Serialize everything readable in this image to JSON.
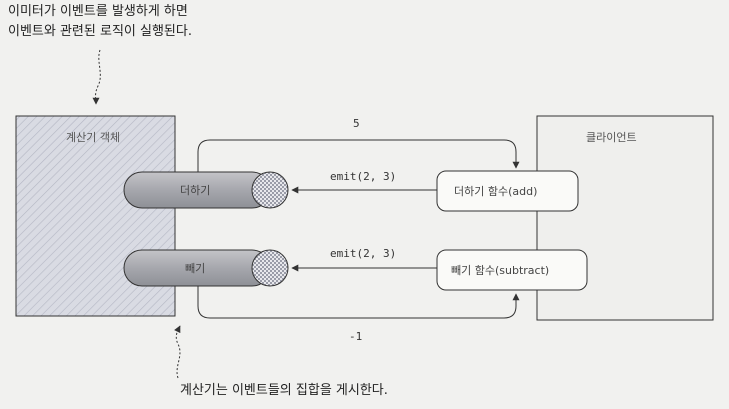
{
  "annotations": {
    "top_line1": "이미터가 이벤트를 발생하게 하면",
    "top_line2": "이벤트와 관련된 로직이 실행된다.",
    "bottom": "계산기는 이벤트들의 집합을 게시한다."
  },
  "calculator": {
    "title": "계산기 객체",
    "events": [
      "더하기",
      "빼기"
    ]
  },
  "client": {
    "title": "클라이언트",
    "functions": [
      "더하기 함수(add)",
      "빼기 함수(subtract)"
    ]
  },
  "arrows": {
    "emit_add": "emit(2, 3)",
    "emit_subtract": "emit(2, 3)",
    "result_add": "5",
    "result_subtract": "-1"
  }
}
